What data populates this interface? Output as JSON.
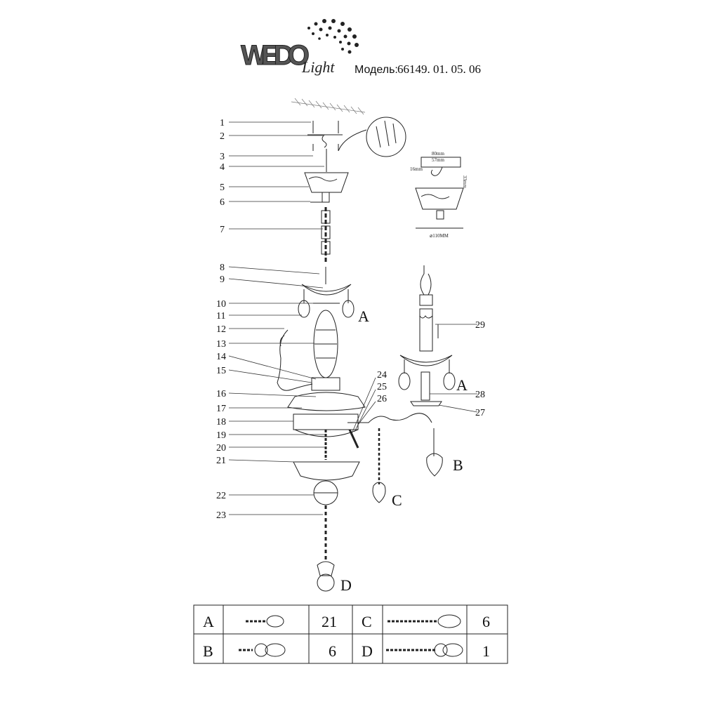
{
  "logo": {
    "brand": "WEDO",
    "sub": "Light"
  },
  "model": {
    "label": "Модель:",
    "number": "66149. 01. 05. 06"
  },
  "part_numbers": [
    "1",
    "2",
    "3",
    "4",
    "5",
    "6",
    "7",
    "8",
    "9",
    "10",
    "11",
    "12",
    "13",
    "14",
    "15",
    "16",
    "17",
    "18",
    "19",
    "20",
    "21",
    "22",
    "23",
    "24",
    "25",
    "26",
    "27",
    "28",
    "29"
  ],
  "detail_letters": {
    "a1": "A",
    "a2": "A",
    "b": "B",
    "c": "C",
    "d": "D"
  },
  "dimensions": {
    "width_outer": "80mm",
    "width_inner": "57mm",
    "offset": "16mm",
    "height": "33mm",
    "diameter": "⌀110MM"
  },
  "table": {
    "rows": [
      {
        "left_code": "A",
        "left_qty": "21",
        "right_code": "C",
        "right_qty": "6"
      },
      {
        "left_code": "B",
        "left_qty": "6",
        "right_code": "D",
        "right_qty": "1"
      }
    ]
  }
}
